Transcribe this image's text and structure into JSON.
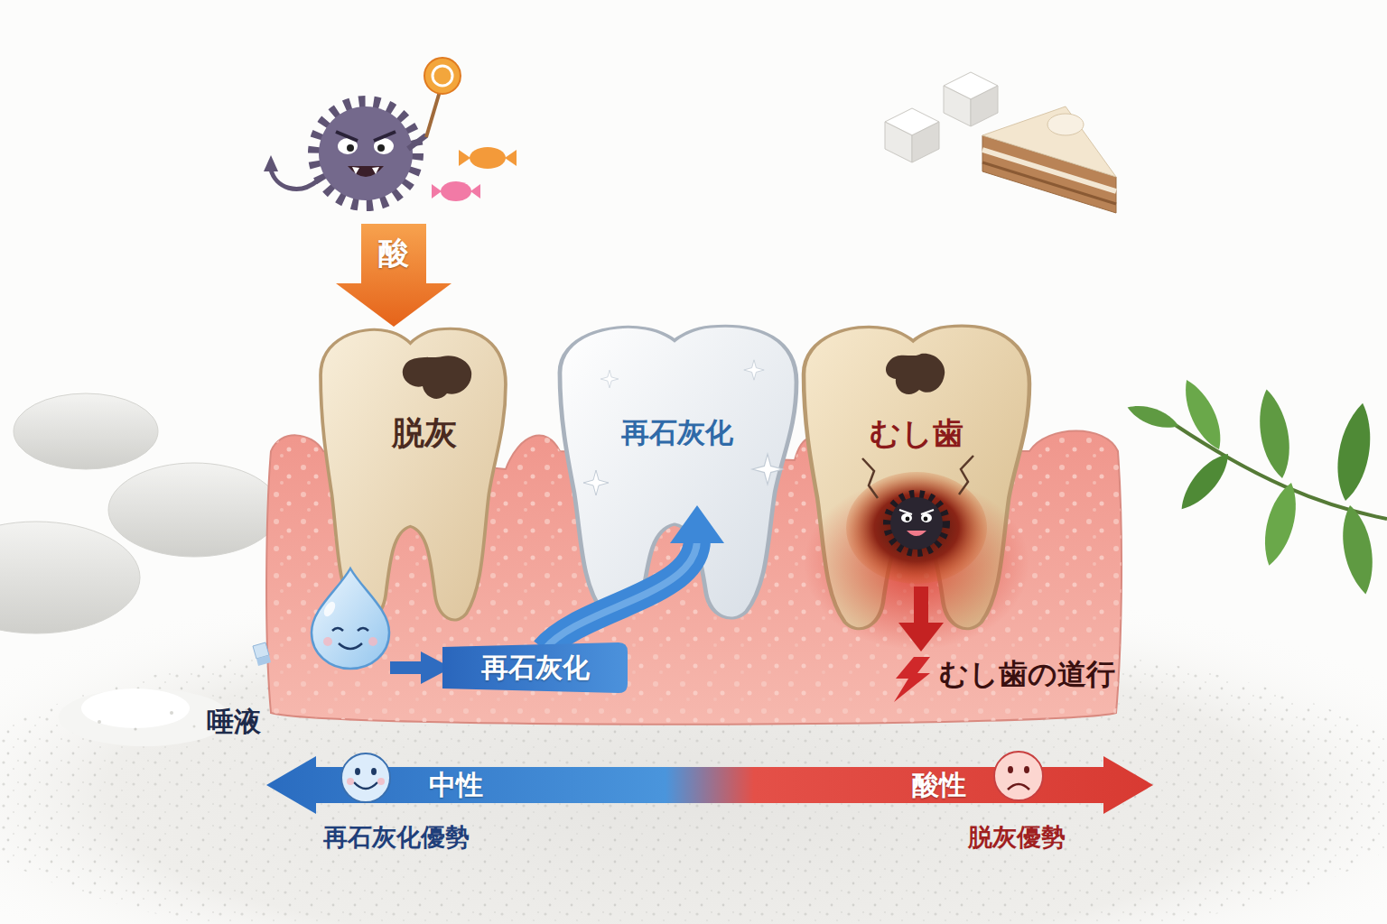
{
  "diagram": {
    "nodes": [
      {
        "text": [
          "酸"
        ]
      },
      {
        "text": [
          "脱灰"
        ]
      },
      {
        "text": [
          "再石灰化"
        ]
      },
      {
        "text": [
          "むし歯"
        ]
      },
      {
        "text": [
          "唾液"
        ]
      },
      {
        "text": [
          "再石灰化"
        ]
      },
      {
        "text": [
          "中性",
          "酸性"
        ]
      }
    ],
    "edges": [
      {
        "from": 5,
        "to": 2,
        "arrow": "to"
      }
    ],
    "labels": [
      "むし歯の道行",
      "再石灰化優勢",
      "脱灰優勢"
    ]
  }
}
